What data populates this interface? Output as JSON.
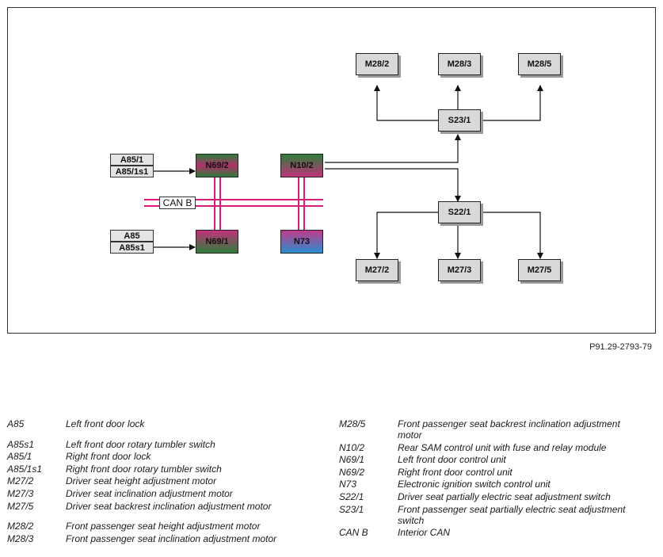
{
  "diagram": {
    "nodes": {
      "m28_2": "M28/2",
      "m28_3": "M28/3",
      "m28_5": "M28/5",
      "s23_1": "S23/1",
      "s22_1": "S22/1",
      "m27_2": "M27/2",
      "m27_3": "M27/3",
      "m27_5": "M27/5",
      "n69_2": "N69/2",
      "n69_1": "N69/1",
      "n10_2": "N10/2",
      "n73": "N73",
      "a85_1": "A85/1",
      "a85_1s1": "A85/1s1",
      "a85": "A85",
      "a85s1": "A85s1",
      "can_b": "CAN B"
    },
    "colors": {
      "can_bus": "#d81b7a",
      "module_green": "#2e7d3a",
      "module_magenta": "#c0337a",
      "module_blue": "#2a8fd0",
      "box_fill": "#d9d9d9"
    }
  },
  "figure_ref": "P91.29-2793-79",
  "legend": {
    "left": [
      {
        "code": "A85",
        "desc": "Left front door lock"
      },
      {
        "code": "A85s1",
        "desc": "Left front door rotary tumbler switch"
      },
      {
        "code": "A85/1",
        "desc": "Right front door lock"
      },
      {
        "code": "A85/1s1",
        "desc": "Right front door rotary tumbler switch"
      },
      {
        "code": "M27/2",
        "desc": "Driver seat height adjustment motor"
      },
      {
        "code": "M27/3",
        "desc": "Driver seat inclination adjustment motor"
      },
      {
        "code": "M27/5",
        "desc": "Driver seat backrest inclination adjustment motor"
      },
      {
        "code": "M28/2",
        "desc": "Front passenger seat height adjustment motor"
      },
      {
        "code": "M28/3",
        "desc": "Front passenger seat inclination adjustment motor"
      }
    ],
    "right": [
      {
        "code": "M28/5",
        "desc": "Front passenger seat backrest inclination adjustment motor"
      },
      {
        "code": "N10/2",
        "desc": "Rear SAM control unit with fuse and relay module"
      },
      {
        "code": "N69/1",
        "desc": "Left front door control unit"
      },
      {
        "code": "N69/2",
        "desc": "Right front door control unit"
      },
      {
        "code": "N73",
        "desc": "Electronic ignition switch control unit"
      },
      {
        "code": "S22/1",
        "desc": "Driver seat partially electric seat adjustment switch"
      },
      {
        "code": "S23/1",
        "desc": "Front passenger seat partially electric seat adjustment switch"
      },
      {
        "code": "CAN B",
        "desc": "Interior CAN"
      }
    ]
  }
}
